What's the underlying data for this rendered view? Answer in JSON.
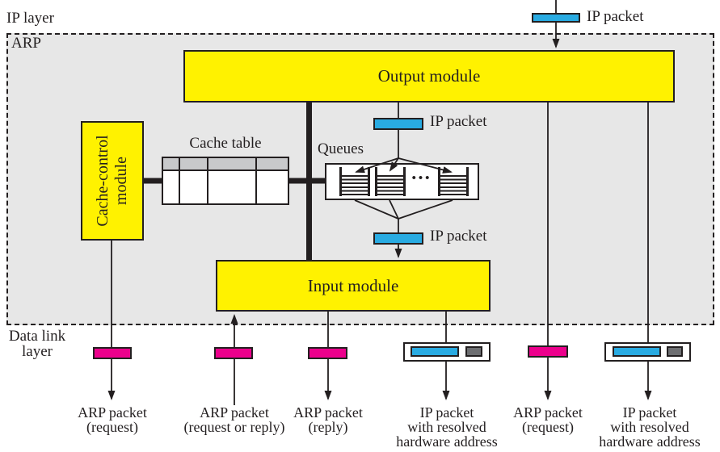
{
  "colors": {
    "yellow": "#FFF200",
    "blue": "#29ABE2",
    "magenta": "#EC008C",
    "area_gray": "#E7E7E7",
    "header_gray": "#C8C9CB",
    "dark_gray": "#6D6E71",
    "line": "#231F20"
  },
  "layers": {
    "ip_layer": "IP layer",
    "arp": "ARP",
    "data_link_line1": "Data link",
    "data_link_line2": "layer"
  },
  "modules": {
    "output": "Output module",
    "input": "Input module",
    "cache_control_line1": "Cache-control",
    "cache_control_line2": "module"
  },
  "cache_table": {
    "title": "Cache table",
    "columns": 4,
    "header_cells": [
      "",
      "",
      "",
      ""
    ],
    "body_cells": [
      "",
      "",
      "",
      ""
    ]
  },
  "queues": {
    "title": "Queues",
    "count": 3,
    "dots": "•••"
  },
  "packet_labels": {
    "top": "IP packet",
    "after_output": "IP packet",
    "before_input": "IP packet"
  },
  "bottom_labels": [
    {
      "line1": "ARP packet",
      "line2": "(request)",
      "line3": ""
    },
    {
      "line1": "ARP packet",
      "line2": "(request or reply)",
      "line3": ""
    },
    {
      "line1": "ARP packet",
      "line2": "(reply)",
      "line3": ""
    },
    {
      "line1": "IP packet",
      "line2": "with resolved",
      "line3": "hardware address"
    },
    {
      "line1": "ARP packet",
      "line2": "(request)",
      "line3": ""
    },
    {
      "line1": "IP packet",
      "line2": "with resolved",
      "line3": "hardware address"
    }
  ]
}
